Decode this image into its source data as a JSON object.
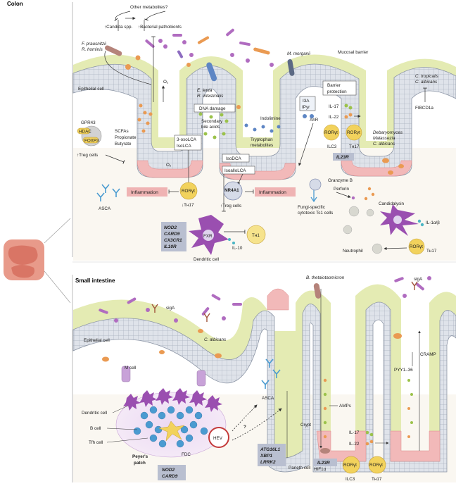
{
  "colon": {
    "section_title": "Colon",
    "other_metabolites": "Other metabolites?",
    "candida_spp": "↑Candida spp.",
    "bacterial_pathobionts": "↑Bacterial pathobionts",
    "f_prausnitzii": "F. prausnitzii",
    "r_hominis": "R. hominis",
    "m_morganii": "M. morganii",
    "mucosal_barrier": "Mucosal barrier",
    "epithelial_cell": "Epithelial cell",
    "o2_top": "O₂",
    "o2_bottom": "O₂",
    "e_lenta": "E. lenta",
    "r_intestinalis": "R. intestinalis",
    "dna_damage": "DNA damage",
    "indolimine": "Indolimine",
    "i3a": "I3A",
    "ipyr": "IPyr",
    "ahr": "AhR",
    "barrier_protection_1": "Barrier",
    "barrier_protection_2": "protection",
    "il17": "IL-17",
    "il22": "IL-22",
    "c_tropicalis": "C. tropicalis",
    "c_albicans_1": "C. albicans",
    "fibcd1a": "FIBCD1a",
    "gpr43": "GPR43",
    "hdac": "HDAC",
    "foxp3": "FOXP3",
    "treg_cells_left": "↑Treg cells",
    "scfas": "SCFAs",
    "propionate": "Propionate",
    "butyrate": "Butyrate",
    "secondary_bile_acids_1": "Secondary",
    "secondary_bile_acids_2": "bile acids",
    "tryptophan_1": "Tryptophan",
    "tryptophan_2": "metabolites",
    "roryt": "RORγt",
    "ilc3": "ILC3",
    "th17_label": "Tʜ17",
    "il23r": "IL23R",
    "debaryomyces": "Debaryomyces",
    "malassezia": "Malassezia",
    "c_albicans_2": "C. albicans",
    "oxolca": "3-oxoLCA",
    "isolca": "IsoLCA",
    "isodca": "IsoDCA",
    "isoallolca": "IsoalloLCA",
    "inflammation_left": "Inflammation",
    "inflammation_right": "Inflammation",
    "th17_down": "↓Tʜ17",
    "nr4a1": "NR4A1",
    "treg_cells_mid": "↑Treg cells",
    "asca": "ASCA",
    "granzyme_b": "Granzyme B",
    "perforin": "Perforin",
    "candidalysin": "Candidalysin",
    "fungi_cytotoxic_1": "Fungi-specific",
    "fungi_cytotoxic_2": "cytotoxic Tc1 cells",
    "il1": "IL-1α/β",
    "neutrophil": "Neutrophil",
    "th17_right": "Tʜ17",
    "genes": [
      "NOD2",
      "CARD9",
      "CX3CR1",
      "IL10R"
    ],
    "fxr": "FXR",
    "il10": "IL-10",
    "th1": "Tʜ1",
    "dendritic_cell": "Dendritic cell"
  },
  "small_intestine": {
    "section_title": "Small intestine",
    "b_theta": "B. thetaiotaomicron",
    "siga_left": "sigA",
    "siga_right": "sigA",
    "epithelial_cell": "Epithelial cell",
    "c_albicans": "C. albicans",
    "m_cell": "M cell",
    "cramp": "CRAMP",
    "pyy": "PYY1–36",
    "asca": "ASCA",
    "amps": "AMPs",
    "crypt": "Crypt",
    "dendritic_cell": "Dendritic cell",
    "b_cell": "B cell",
    "tfh_cell": "Tfh cell",
    "peyers_1": "Peyer's",
    "peyers_2": "patch",
    "fdc": "FDC",
    "hev": "HEV",
    "question": "?",
    "genes_left": [
      "NOD2",
      "CARD9"
    ],
    "genes_mid": [
      "ATG16L1",
      "XBP1",
      "LRRK2"
    ],
    "paneth_cell": "Paneth cell",
    "hif1a": "HIF1α",
    "il17": "IL-17",
    "il22": "IL-22",
    "il23r": "IL23R",
    "roryt": "RORγt",
    "ilc3": "ILC3",
    "th17": "Tʜ17"
  },
  "colors": {
    "epithelium": "#dfe3ea",
    "mucus": "#e4ebb3",
    "crypt_base": "#f2b9b9",
    "lamina": "#f6f1e7",
    "inflammation_box": "#efb3b3",
    "gene_box": "#b9bfd0",
    "roryt_cell": "#f2d25c",
    "dendritic": "#9a4fb0",
    "nucleus": "#e0d4ee"
  }
}
